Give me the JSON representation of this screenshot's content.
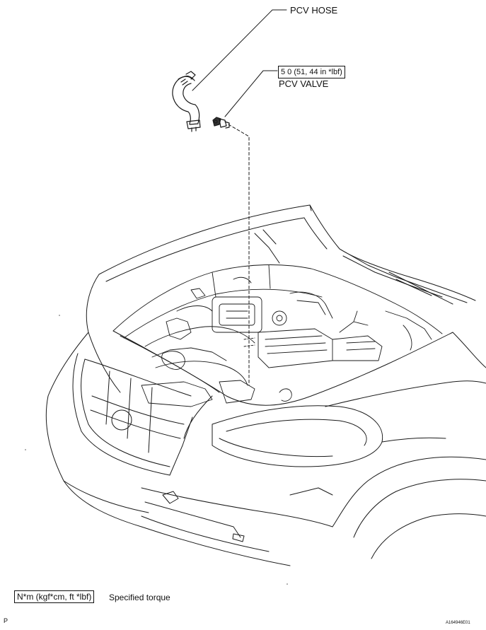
{
  "callouts": {
    "pcv_hose": "PCV HOSE",
    "torque_value": "5 0 (51, 44 in *lbf)",
    "pcv_valve": "PCV VALVE"
  },
  "legend": {
    "torque_units": "N*m (kgf*cm, ft *lbf)",
    "torque_desc": "Specified torque"
  },
  "footer": {
    "page_letter": "P",
    "figure_id": "A164946E01"
  }
}
